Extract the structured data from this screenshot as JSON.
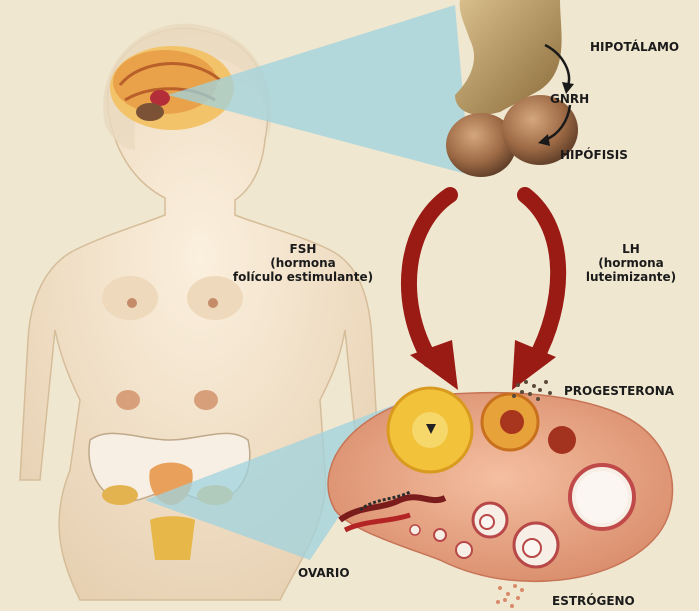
{
  "labels": {
    "hypothalamus": "HIPOTÁLAMO",
    "gnrh": "GNRH",
    "pituitary": "HIPÓFISIS",
    "fsh_line1": "FSH",
    "fsh_line2": "(hormona",
    "fsh_line3": "folículo estimulante)",
    "lh_line1": "LH",
    "lh_line2": "(hormona",
    "lh_line3": "luteimizante)",
    "progesterone": "PROGESTERONA",
    "ovary": "OVARIO",
    "estrogen": "ESTRÓGENO"
  },
  "colors": {
    "background": "#f0e7d0",
    "skin": "#f3e2c9",
    "arrow": "#9a1a14",
    "beam": "#9fd3df",
    "ovary_tissue": "#e7a78a",
    "follicle_yellow": "#f2c23a"
  }
}
